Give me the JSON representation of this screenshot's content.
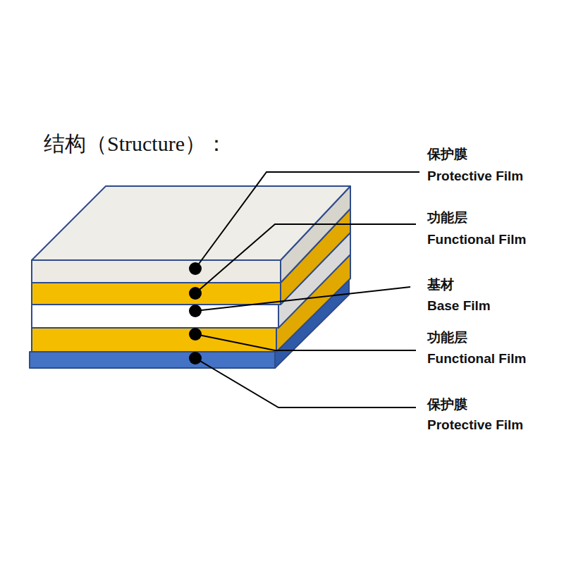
{
  "diagram": {
    "title": "结构（Structure）：",
    "labels": [
      "保护膜",
      "Protective Film",
      "功能层",
      "Functional Film",
      "基材",
      "Base Film",
      "功能层",
      "Functional Film",
      "保护膜",
      "Protective Film"
    ]
  }
}
